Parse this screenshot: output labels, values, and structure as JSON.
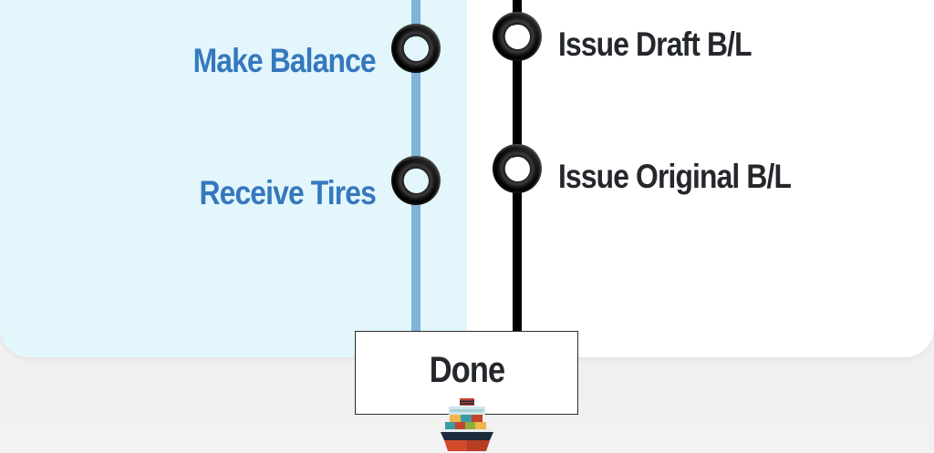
{
  "diagram": {
    "left_lane": {
      "color": "#3578bd",
      "track_color": "#7fb3d9",
      "background": "#e3f6fc",
      "steps": [
        {
          "label": "Make Balance",
          "icon": "tire-icon"
        },
        {
          "label": "Receive Tires",
          "icon": "tire-icon"
        }
      ]
    },
    "right_lane": {
      "color": "#24272b",
      "track_color": "#000000",
      "background": "#ffffff",
      "steps": [
        {
          "label": "Issue Draft B/L",
          "icon": "tire-icon"
        },
        {
          "label": "Issue Original B/L",
          "icon": "tire-icon"
        }
      ]
    },
    "end": {
      "label": "Done",
      "icon": "cargo-ship-icon"
    }
  }
}
